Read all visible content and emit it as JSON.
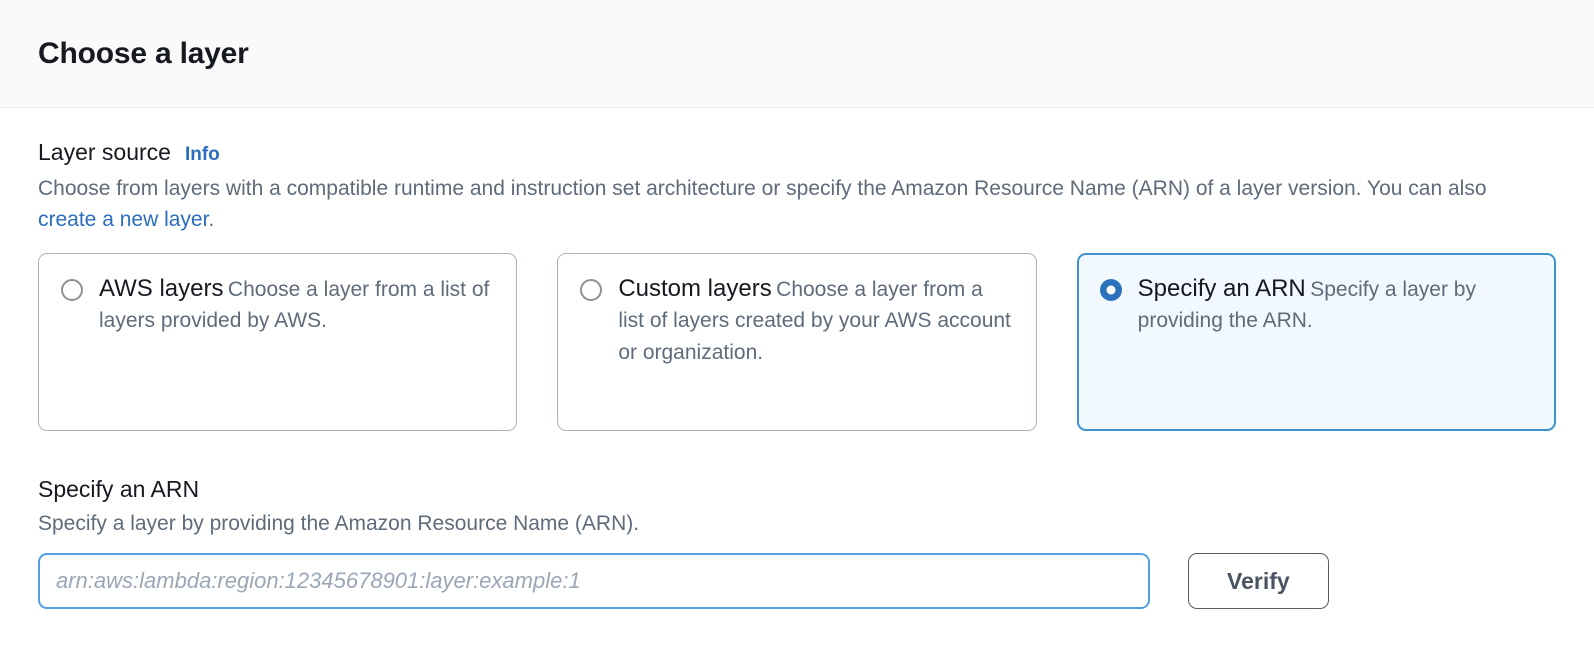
{
  "header": {
    "title": "Choose a layer"
  },
  "layer_source": {
    "label": "Layer source",
    "info_label": "Info",
    "description_before_link": "Choose from layers with a compatible runtime and instruction set architecture or specify the Amazon Resource Name (ARN) of a layer version. You can also ",
    "description_link": "create a new layer",
    "description_after_link": ".",
    "options": [
      {
        "title": "AWS layers",
        "description": "Choose a layer from a list of layers provided by AWS.",
        "selected": false
      },
      {
        "title": "Custom layers",
        "description": "Choose a layer from a list of layers created by your AWS account or organization.",
        "selected": false
      },
      {
        "title": "Specify an ARN",
        "description": "Specify a layer by providing the ARN.",
        "selected": true
      }
    ]
  },
  "arn_section": {
    "title": "Specify an ARN",
    "description": "Specify a layer by providing the Amazon Resource Name (ARN).",
    "input_placeholder": "arn:aws:lambda:region:12345678901:layer:example:1",
    "input_value": "",
    "verify_label": "Verify"
  },
  "colors": {
    "accent_blue": "#2a6ebb",
    "selected_border": "#3f92d2",
    "selected_fill": "#f1f8fe",
    "focus_border": "#539fe5",
    "text_primary": "#16191f",
    "text_secondary": "#5f6b7a",
    "header_bg": "#fafafa"
  }
}
